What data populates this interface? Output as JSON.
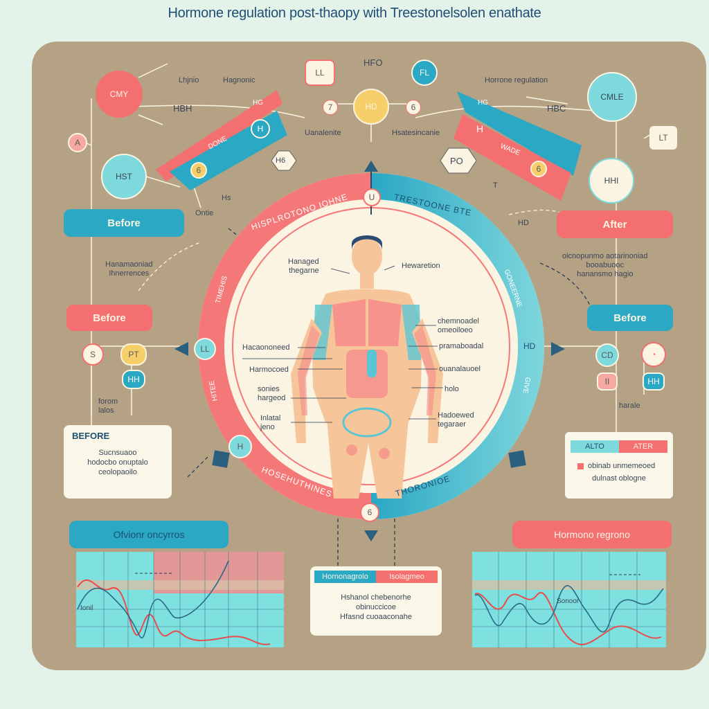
{
  "title": "Hormone regulation post-thaopy with Treestonelsolen enathate",
  "colors": {
    "blue": "#2aa8c4",
    "red": "#f46f6f",
    "cream": "#fbf4e2",
    "panel": "#b5a285",
    "yellow": "#f6cf6a"
  },
  "nodes": {
    "left_top": "CMY",
    "left_mid": "HST",
    "left_small": "A",
    "right_top": "CMLE",
    "right_mid": "HHI",
    "right_small": "LT",
    "top_ll": "LL",
    "top_fl": "FL",
    "top_center": "HD",
    "top_7": "7",
    "top_6": "6",
    "hex_left": "H6",
    "hex_right": "PO",
    "hfo": "HFO"
  },
  "top_labels": {
    "left_a": "Lhjnio",
    "left_b": "Hagnonic",
    "left_hbh": "HBH",
    "right_a": "Horrone regulation",
    "right_hbc": "HBC",
    "center_left": "Uanalenite",
    "center_right": "Hsatesincanie",
    "left_small1": "Ontie",
    "left_small2": "Hs",
    "right_small1": "HD",
    "right_small2": "T"
  },
  "arcs": {
    "left_red": "HG",
    "left_blue": "DONE",
    "left_h": "H",
    "left_num": "6",
    "right_blue": "HG",
    "right_red": "H",
    "right_red2": "WADE",
    "right_num": "6"
  },
  "ring": {
    "top_left": "HISPLROTONO IOHNE",
    "top_right": "TRESTOONE BTE",
    "left_top": "TIMEHIS",
    "left_bottom": "HITEE",
    "right_top": "GONEERNE",
    "right_bottom": "GIVE",
    "bottom_left": "HOSEHUTHINES",
    "bottom_right": "THORONIOE",
    "ring_top_badge": "U",
    "ring_bottom_badge": "6",
    "ring_left_badge": "LL",
    "ring_right_badge": "HD",
    "ring_small_badge": "H"
  },
  "body_labels": {
    "l1": "Hanaged\nthegarne",
    "r1": "Hewaretion",
    "l2": "Hacaononeed",
    "r2": "chemnoadel\nomeoiloeo",
    "r3": "pramaboadal",
    "l3": "Harmocoed",
    "r4": "ouanalauoel",
    "l4": "sonies\nhargeod",
    "r5": "holo",
    "l5": "Inlatal\njeno",
    "r6": "Hadoewed\ntegaraer"
  },
  "left_side": {
    "before1": "Before",
    "note": "Hanamaoniad\nIhnerrences",
    "before2": "Before",
    "c_s": "S",
    "c_pt": "PT",
    "c_hhi": "HH",
    "small_note": "forom\nlalos",
    "card_head": "BEFORE",
    "card_lines": [
      "Sucnsuaoo",
      "hodocbo onuptalo",
      "ceolopaoilo"
    ]
  },
  "right_side": {
    "after": "After",
    "note": "oicnopunmo aotarinoniad\nbooabuooc\nhanansmo hagio",
    "before": "Before",
    "c_cd": "CD",
    "c_ii": "II",
    "c_hh": "HH",
    "small_note": "harale",
    "legend_a": "ALTO",
    "legend_b": "ATER",
    "legend_lines": [
      "obinab unmemeoed",
      "dulnast oblogne"
    ]
  },
  "bottom": {
    "left_title": "Ofvionr oncyrros",
    "right_title": "Hormono regrono",
    "center_a": "Hornonagrolo",
    "center_b": "Isolagmeo",
    "center_lines": [
      "Hshanol chebenorhe",
      "obinuccicoe",
      "Hfasnd cuoaaconahe"
    ],
    "left_chart_label": "Ionil",
    "right_chart_label": "Sonoor"
  }
}
